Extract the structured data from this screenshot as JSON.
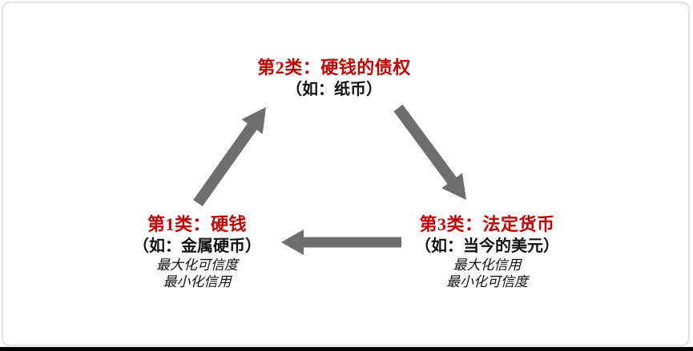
{
  "colors": {
    "title_red": "#c00000",
    "body_black": "#111111",
    "arrow_gray": "#6e6e6e",
    "frame_border_gray": "#e2e2e2",
    "bottom_bar_black": "#000000",
    "background": "#ffffff"
  },
  "diagram": {
    "nodes": [
      {
        "id": "type-2-claims-on-hard-money",
        "title": "第2类：硬钱的债权",
        "subtitle": "（如：纸币）",
        "notes": []
      },
      {
        "id": "type-1-hard-money",
        "title": "第1类：硬钱",
        "subtitle": "（如：金属硬币）",
        "notes": [
          "最大化可信度",
          "最小化信用"
        ]
      },
      {
        "id": "type-3-fiat-money",
        "title": "第3类：法定货币",
        "subtitle": "（如：当今的美元）",
        "notes": [
          "最大化信用",
          "最小化可信度"
        ]
      }
    ],
    "arrows": [
      {
        "id": "arrow-type1-to-type2",
        "direction": "up-right"
      },
      {
        "id": "arrow-type2-to-type3",
        "direction": "down-right"
      },
      {
        "id": "arrow-type3-to-type1",
        "direction": "left"
      }
    ]
  }
}
